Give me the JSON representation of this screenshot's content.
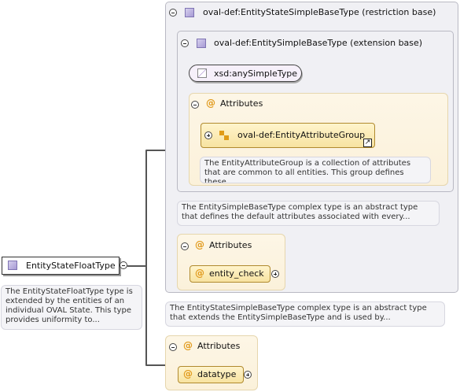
{
  "root": {
    "label": "EntityStateFloatType",
    "note": "The EntityStateFloatType type is extended by the entities of an individual OVAL State. This type provides uniformity to..."
  },
  "restriction_base": {
    "label": "oval-def:EntityStateSimpleBaseType (restriction base)",
    "note": "The EntityStateSimpleBaseType complex type is an abstract type that extends the EntitySimpleBaseType and is used by..."
  },
  "extension_base": {
    "label": "oval-def:EntitySimpleBaseType (extension base)",
    "note": "The EntitySimpleBaseType complex type is an abstract type that defines the default attributes associated with every...",
    "simple_type": "xsd:anySimpleType"
  },
  "inner_attributes": {
    "title": "Attributes",
    "group_label": "oval-def:EntityAttributeGroup",
    "group_note": "The EntityAttributeGroup is a collection of attributes that are common to all entities. This group defines these..."
  },
  "middle_attributes": {
    "title": "Attributes",
    "item": "entity_check"
  },
  "bottom_attributes": {
    "title": "Attributes",
    "item": "datatype"
  },
  "icons": {
    "collapse": "minus-circle-icon",
    "expand": "plus-circle-icon",
    "attribute": "at-sign-icon",
    "complex_type": "purple-square-icon",
    "group": "attribute-group-icon",
    "link": "link-arrow-icon"
  }
}
